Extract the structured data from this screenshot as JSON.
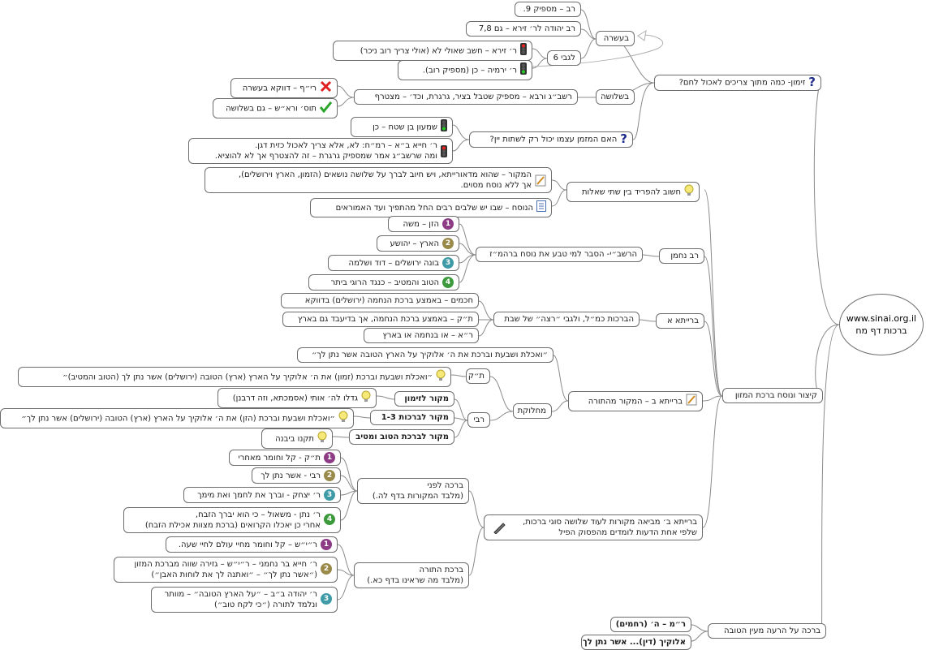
{
  "root": {
    "line1": "www.sinai.org.il",
    "line2": "ברכות דף מח"
  },
  "nodes": {
    "zimun_q": "זימון- כמה מתוך צריכים לאכול לחם?",
    "b10": "בעשרה",
    "rav_maspik9": "רב – מספיק 9.",
    "rav_yehuda": "רב יהודה לר׳ זירא – גם 7,8",
    "legabei6": "לגבי 6",
    "rzeira": "ר׳ זירא – חשב שאולי לא (אולי צריך רוב ניכר)",
    "ryirmia": "ר׳ ירמיה – כן (מספיק רוב).",
    "b3": "בשלושה",
    "rashbag": "רשב״ג ורבא – מספיק שטבל בציר, גרגרת, וכד׳ – מצטרף",
    "rif": "רי״ף – דווקא בעשרה",
    "tosfot": "תוס׳ ורא״ש – גם בשלושה",
    "hamezamen": "האם המזמן עצמו יכול רק לשתות יין?",
    "shimon": "שמעון בן שטח – כן",
    "rhiya_1": "ר׳ חייא ב״א – רמ״ח: לא, אלא צריך לאכול כזית דגן.",
    "rhiya_2": "ומה שרשב״ג אמר שמספיק גרגרת – זה להצטרף אך לא להוציא.",
    "kitzur": "קיצור ונוסח ברכת המזון",
    "hashuv": "חשוב להפריד בין שתי שאלות",
    "makor_1": "המקור – שהוא מדאורייתא, ויש חיוב לברך על שלושה נושאים (הזמון, הארץ וירושלים),",
    "makor_2": "אך ללא נוסח מסוים.",
    "nusach": "הנוסח – שבו יש שלבים רבים החל מהתפיך ועד האמוראים",
    "rav_nachman": "רב נחמן",
    "harashbi": "הרשב״י- הסבר למי טבע את נוסח ברהמ״ז",
    "hazan": "הזן – משה",
    "haaretz": "הארץ – יהושע",
    "boneh": "בונה ירושלים – דוד ושלמה",
    "hatov": "הטוב והמטיב – כנגד הרוגי ביתר",
    "baraita_a": "ברייתא א",
    "hakhamim": "חכמים – באמצע ברכת הנחמה (ירושלים) בדווקא",
    "habrachot": "הברכות כמ״ל, ולגבי ״רצה״ של שבת",
    "taik": "ת״ק – באמצע ברכת הנחמה, אך בדיעבד גם בארץ",
    "raa": "ר״א – או בנחמה או בארץ",
    "baraita_b": "ברייתא ב – המקור מהתורה",
    "veachalta": "״ואכלת ושבעת וברכת את ה׳ אלוקיך על הארץ הטובה אשר נתן לך״",
    "machloket": "מחלוקת",
    "taik2": "ת״ק",
    "taik2_text": "״ואכלת ושבעת וברכת (זמון) את ה׳ אלוקיך על הארץ (ארץ) הטובה (ירושלים) אשר נתן לך (הטוב והמטיב)״",
    "rabbi": "רבי",
    "makor_zimun": "מקור לזימון",
    "gadlu": "גדלו לה׳ אותי (אסמכתא, וזה דרבנן)",
    "makor_3": "מקור לברכות 1-3",
    "veachalta2": "״ואכלת ושבעת וברכת (הזן) את ה׳ אלוקיך על הארץ (ארץ) הטובה (ירושלים) אשר נתן לך״",
    "makor_tov": "מקור לברכת הטוב ומטיב",
    "tikno": "תקנו ביבנה",
    "baraita_c_1": "ברייתא ב׳ מביאה מקורות לעוד שלושה סוגי ברכות,",
    "baraita_c_2": "שלפי אחת הדעות לומדים מהפסוק הפיל",
    "lifnei_1": "ברכה לפני",
    "lifnei_2": "(מלבד המקורות בדף לה.)",
    "l1": "ת״ק - קל וחומר מאחרי",
    "l2": "רבי - אשר נתן לך",
    "l3": "ר׳ יצחק - וברך את לחמך ואת מימך",
    "l4_1": "ר׳ נתן - משאול – כי הוא יברך הזבח,",
    "l4_2": "אחרי כן יאכלו הקרואים (ברכת מצוות אכילת הזבח)",
    "torah_1": "ברכת התורה",
    "torah_2": "(מלבד מה שראינו בדף כא.)",
    "t1": "ר״י״ש – קל וחומר מחיי עולם לחיי שעה.",
    "t2_1": "ר׳ חייא בר נחמני – ר״י״ש – גזירה שווה מברכת המזון",
    "t2_2": "(״אשר נתן לך״ – ״ואתנה לך את לוחות האבן״)",
    "t3_1": "ר׳ יהודה ב״ב – ״על הארץ הטובה״ – מוותר",
    "t3_2": "ונלמד לתורה (״כי לקח טוב״)",
    "haraa": "ברכה על הרעה מעין הטובה",
    "rm": "ר״מ – ה׳ (רחמים)",
    "elokeikha": "אלוקיך (דין)... אשר נתן לך"
  },
  "icons": {
    "question": "?",
    "traffic_red": "traffic-light-red-icon",
    "traffic_green": "traffic-light-green-icon",
    "bulb": "lightbulb-icon",
    "pencil": "pencil-icon",
    "list": "list-icon",
    "cross": "red-cross-icon",
    "check": "green-check-icon"
  },
  "numbers": {
    "one": "1",
    "two": "2",
    "three": "3",
    "four": "4"
  },
  "colors": {
    "line": "#8a8a8a",
    "border": "#6d6d6d",
    "arrow": "#b0b0b0"
  }
}
